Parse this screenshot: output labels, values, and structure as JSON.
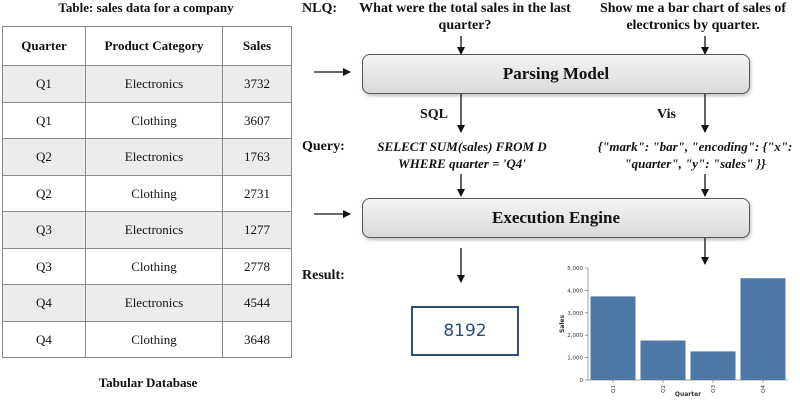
{
  "table": {
    "caption": "Table: sales data for a company",
    "headers": [
      "Quarter",
      "Product Category",
      "Sales"
    ],
    "rows": [
      [
        "Q1",
        "Electronics",
        "3732"
      ],
      [
        "Q1",
        "Clothing",
        "3607"
      ],
      [
        "Q2",
        "Electronics",
        "1763"
      ],
      [
        "Q2",
        "Clothing",
        "2731"
      ],
      [
        "Q3",
        "Electronics",
        "1277"
      ],
      [
        "Q3",
        "Clothing",
        "2778"
      ],
      [
        "Q4",
        "Electronics",
        "4544"
      ],
      [
        "Q4",
        "Clothing",
        "3648"
      ]
    ],
    "footer": "Tabular Database"
  },
  "labels": {
    "nlq": "NLQ:",
    "query": "Query:",
    "result": "Result:"
  },
  "nlq": {
    "sql_question": "What were the total sales in the last quarter?",
    "vis_question": "Show me a bar chart of sales of electronics by quarter."
  },
  "boxes": {
    "parsing": "Parsing Model",
    "execution": "Execution Engine"
  },
  "branches": {
    "sql": "SQL",
    "vis": "Vis"
  },
  "queries": {
    "sql": "SELECT SUM(sales) FROM D WHERE quarter = 'Q4'",
    "vis": "{\"mark\": \"bar\", \"encoding\": {\"x\": \"quarter\", \"y\": \"sales\" }}"
  },
  "result_value": "8192",
  "chart_data": {
    "type": "bar",
    "categories": [
      "Q1",
      "Q2",
      "Q3",
      "Q4"
    ],
    "values": [
      3732,
      1763,
      1277,
      4544
    ],
    "xlabel": "Quarter",
    "ylabel": "Sales",
    "ylim": [
      0,
      5000
    ],
    "yticks": [
      "0",
      "1,000",
      "2,000",
      "3,000",
      "4,000",
      "5,000"
    ],
    "grid": false,
    "bar_color": "#4e79a7"
  },
  "colors": {
    "result_border": "#2c4f7c",
    "box_border": "#555555"
  }
}
